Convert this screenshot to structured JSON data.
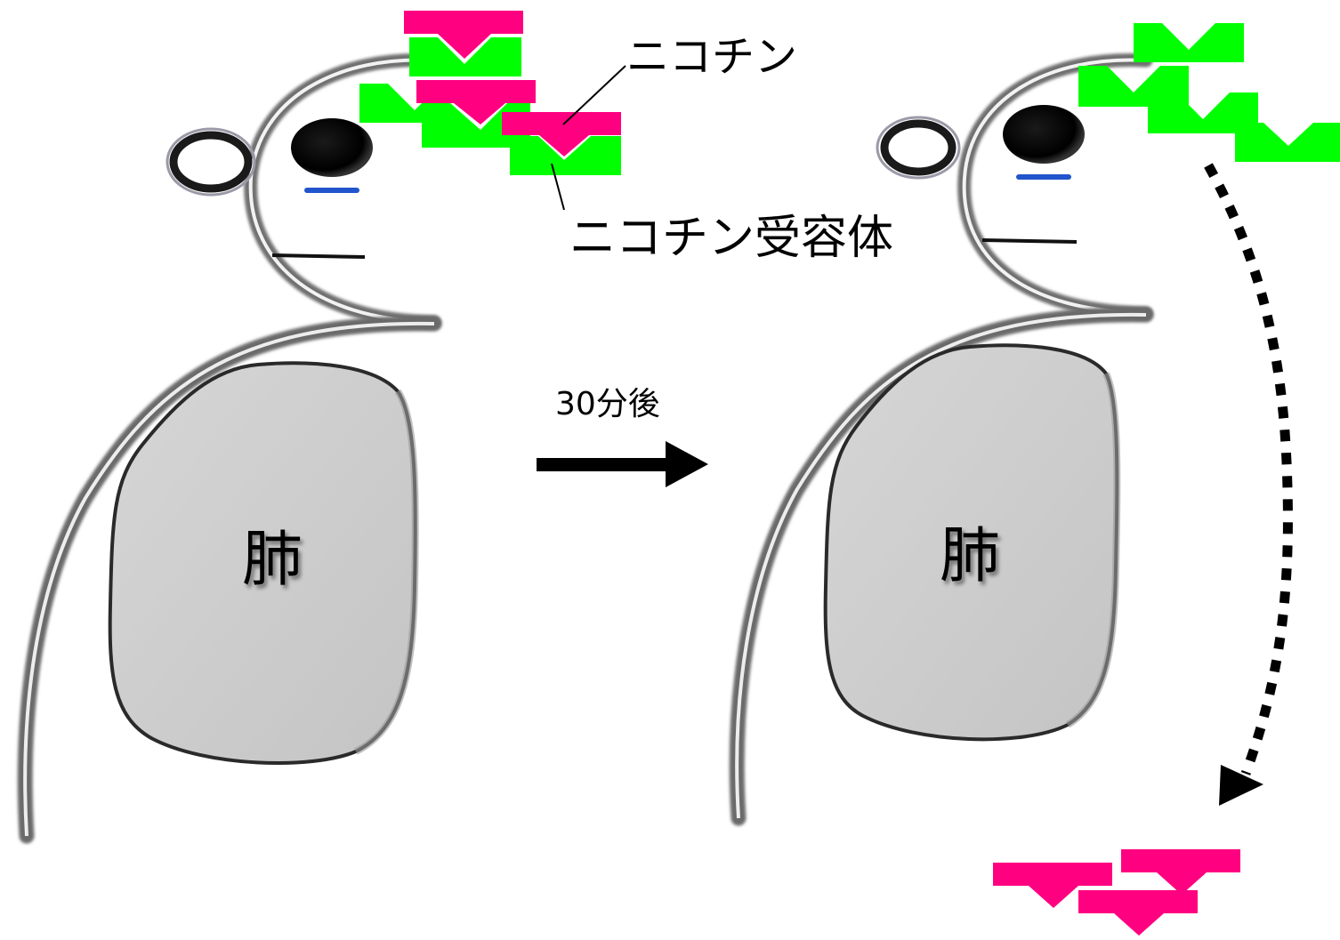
{
  "labels": {
    "nicotine": "ニコチン",
    "receptor": "ニコチン受容体",
    "time_after": "30分後",
    "lung_left": "肺",
    "lung_right": "肺"
  },
  "colors": {
    "nicotine": "#ff0080",
    "receptor": "#00ff00",
    "body_outline": "#6e6e6e",
    "lung_fill": "#cccccc",
    "eye": "#000000",
    "mouth_accent": "#2255cc"
  },
  "icons": {
    "arrow": "right-arrow",
    "excretion_path": "dotted-curved-arrow"
  }
}
